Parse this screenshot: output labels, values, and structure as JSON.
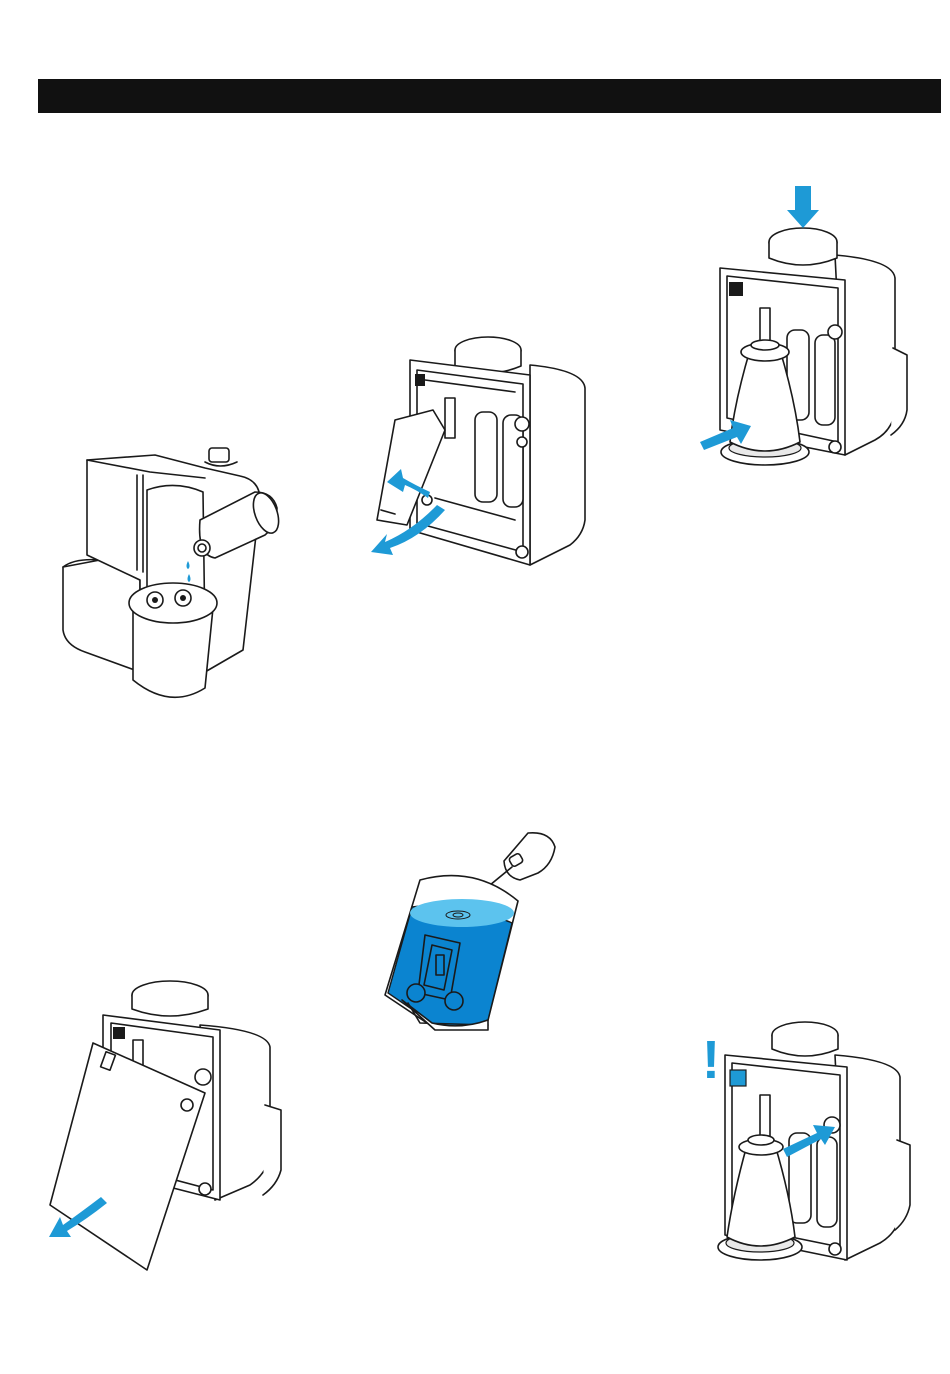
{
  "header": {},
  "colors": {
    "accent": "#1e9ad6",
    "water_light": "#5cc3ee",
    "water_dark": "#0b84d0",
    "ink": "#1a1a1a",
    "header_bar": "#111111"
  },
  "figures": [
    {
      "id": "step-1",
      "depicts": "filter-cartridge-dripping"
    },
    {
      "id": "step-2",
      "depicts": "open-flap-remove-cartridge"
    },
    {
      "id": "step-3",
      "depicts": "press-lid-insert-carafe"
    },
    {
      "id": "step-4",
      "depicts": "remove-front-cover"
    },
    {
      "id": "step-5",
      "depicts": "fill-water-tank"
    },
    {
      "id": "step-6",
      "depicts": "press-button-warning"
    }
  ],
  "warning": {
    "symbol": "!"
  }
}
